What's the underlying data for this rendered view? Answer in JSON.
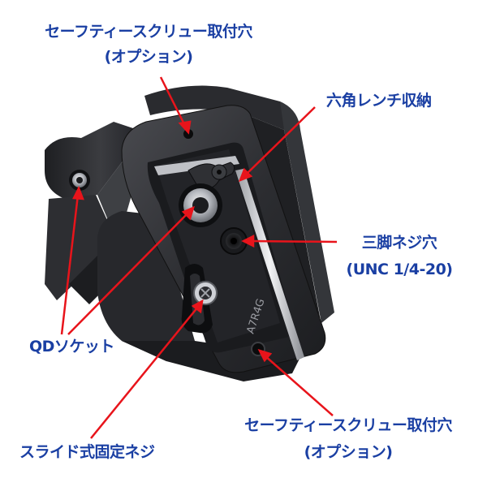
{
  "callouts": {
    "safety_screw_top_line1": "セーフティースクリュー取付穴",
    "safety_screw_top_line2": "(オプション)",
    "hex_wrench": "六角レンチ収納",
    "tripod_screw_line1": "三脚ネジ穴",
    "tripod_screw_line2": "(UNC 1/4-20)",
    "qd_socket": "QDソケット",
    "safety_screw_bottom_line1": "セーフティースクリュー取付穴",
    "safety_screw_bottom_line2": "(オプション)",
    "slide_screw": "スライド式固定ネジ"
  },
  "product": {
    "engraving": "A7R4G"
  },
  "colors": {
    "label_text": "#1a3fa3",
    "arrow": "#e8141b",
    "metal_dark": "#232427",
    "metal_mid": "#3a3b3f",
    "metal_light": "#5a5c61",
    "background": "#ffffff"
  }
}
